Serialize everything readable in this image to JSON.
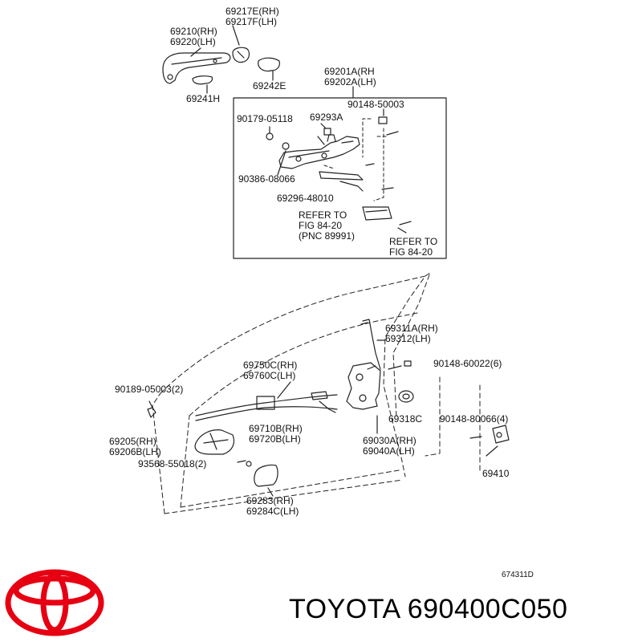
{
  "labels": {
    "outer_handle_cover": [
      "69217E(RH)",
      "69217F(LH)"
    ],
    "outer_handle": [
      "69210(RH)",
      "69220(LH)"
    ],
    "pad_69242e": "69242E",
    "pad_69241h": "69241H",
    "frame_assy": [
      "69201A(RH",
      "69202A(LH)"
    ],
    "bolt_90148_50003": "90148-50003",
    "screw_90179": "90179-05118",
    "clip_69293a": "69293A",
    "grommet_90386": "90386-08066",
    "rod_69296": "69296-48010",
    "refer_a": [
      "REFER TO",
      "FIG 84-20",
      "(PNC 89991)"
    ],
    "refer_b": [
      "REFER TO",
      "FIG 84-20"
    ],
    "link_rod": [
      "69311A(RH)",
      "69312(LH)"
    ],
    "screw_90148_60022": "90148-60022(6)",
    "clip_90189": "90189-05003(2)",
    "cable_69750": [
      "69750C(RH)",
      "69760C(LH)"
    ],
    "cover_69318c": "69318C",
    "screw_90148_80066": "90148-80066(4)",
    "cable_69710": [
      "69710B(RH)",
      "69720B(LH)"
    ],
    "lock_assy": [
      "69030A(RH)",
      "69040A(LH)"
    ],
    "inner_handle": [
      "69205(RH)",
      "69206B(LH)"
    ],
    "screw_93568": "93568-55018(2)",
    "striker": "69410",
    "bezel": [
      "69283(RH)",
      "69284C(LH)"
    ]
  },
  "reference_code": "674311D",
  "brand": {
    "name": "TOYOTA",
    "part_number": "690400C050",
    "logo_color": "#e60012",
    "text_color": "#000000"
  }
}
